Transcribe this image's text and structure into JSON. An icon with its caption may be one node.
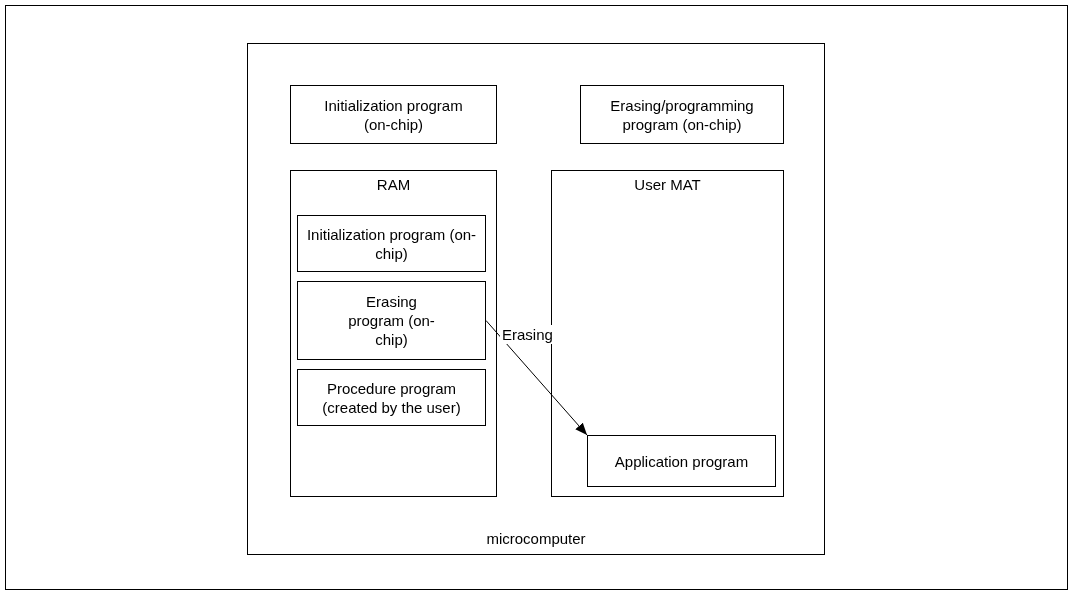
{
  "diagram": {
    "nodes": [
      {
        "text": [
          "microcomputer"
        ]
      },
      {
        "text": [
          "Initialization program (on-chip)"
        ],
        "in": 0
      },
      {
        "text": [
          "Erasing/programming program (on-chip)"
        ],
        "in": 0
      },
      {
        "text": [
          "RAM"
        ],
        "in": 0
      },
      {
        "text": [
          "Initialization program (on-chip)"
        ],
        "in": 3
      },
      {
        "text": [
          "Erasing program (on-chip)"
        ],
        "in": 3
      },
      {
        "text": [
          "Procedure program (created by the user)"
        ],
        "in": 3
      },
      {
        "text": [
          "User MAT"
        ],
        "in": 0
      },
      {
        "text": [
          "Application program"
        ],
        "in": 7
      }
    ],
    "edges": [
      {
        "from": 5,
        "to": 8,
        "arrow": "to",
        "label": "Erasing"
      }
    ]
  }
}
